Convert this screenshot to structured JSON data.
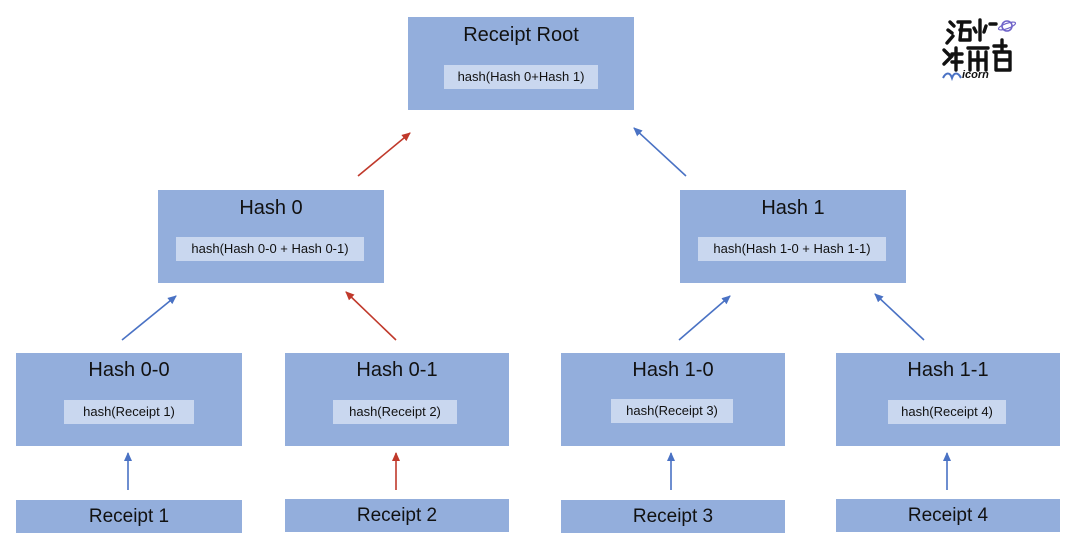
{
  "diagram": {
    "root": {
      "title": "Receipt  Root",
      "formula": "hash(Hash 0+Hash 1)"
    },
    "level1": [
      {
        "title": "Hash 0",
        "formula": "hash(Hash 0-0 + Hash 0-1)"
      },
      {
        "title": "Hash 1",
        "formula": "hash(Hash 1-0 + Hash 1-1)"
      }
    ],
    "level2": [
      {
        "title": "Hash 0-0",
        "formula": "hash(Receipt 1)"
      },
      {
        "title": "Hash 0-1",
        "formula": "hash(Receipt 2)"
      },
      {
        "title": "Hash 1-0",
        "formula": "hash(Receipt 3)"
      },
      {
        "title": "Hash 1-1",
        "formula": "hash(Receipt 4)"
      }
    ],
    "leaves": [
      "Receipt 1",
      "Receipt 2",
      "Receipt 3",
      "Receipt 4"
    ],
    "colors": {
      "node_fill": "#93aedc",
      "formula_fill": "#c9d7ef",
      "arrow_default": "#4a72c4",
      "arrow_highlight": "#c0392b"
    },
    "highlighted_path": [
      "Receipt 2",
      "Hash 0-1",
      "Hash 0",
      "Receipt  Root"
    ]
  },
  "logo": {
    "text": "icorn",
    "icon": "unicorn-logo-icon"
  }
}
